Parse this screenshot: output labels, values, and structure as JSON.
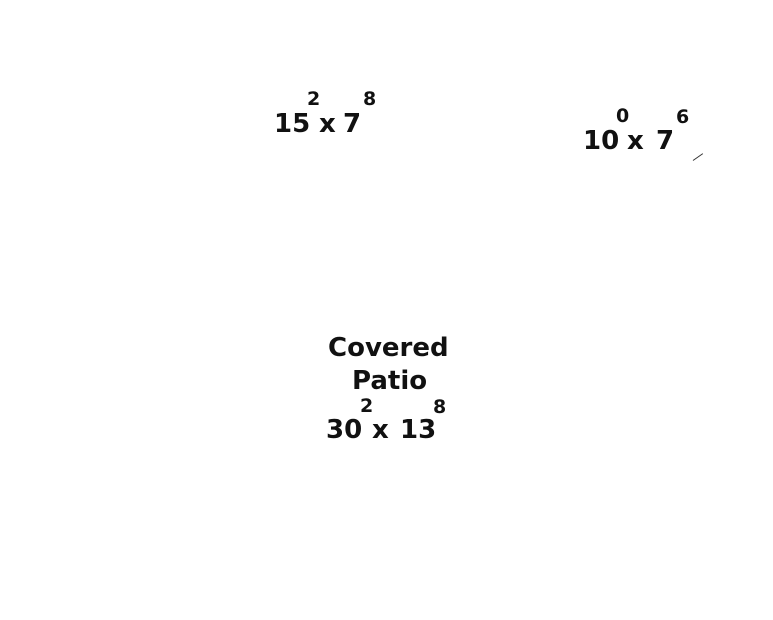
{
  "rooms": [
    {
      "name": "",
      "width_ft": "15",
      "width_in": "2",
      "sep": "x",
      "depth_ft": "7",
      "depth_in": "8"
    },
    {
      "name": "",
      "width_ft": "10",
      "width_in": "0",
      "sep": "x",
      "depth_ft": "7",
      "depth_in": "6"
    },
    {
      "name_line1": "Covered",
      "name_line2": "Patio",
      "width_ft": "30",
      "width_in": "2",
      "sep": "x",
      "depth_ft": "13",
      "depth_in": "8"
    }
  ]
}
